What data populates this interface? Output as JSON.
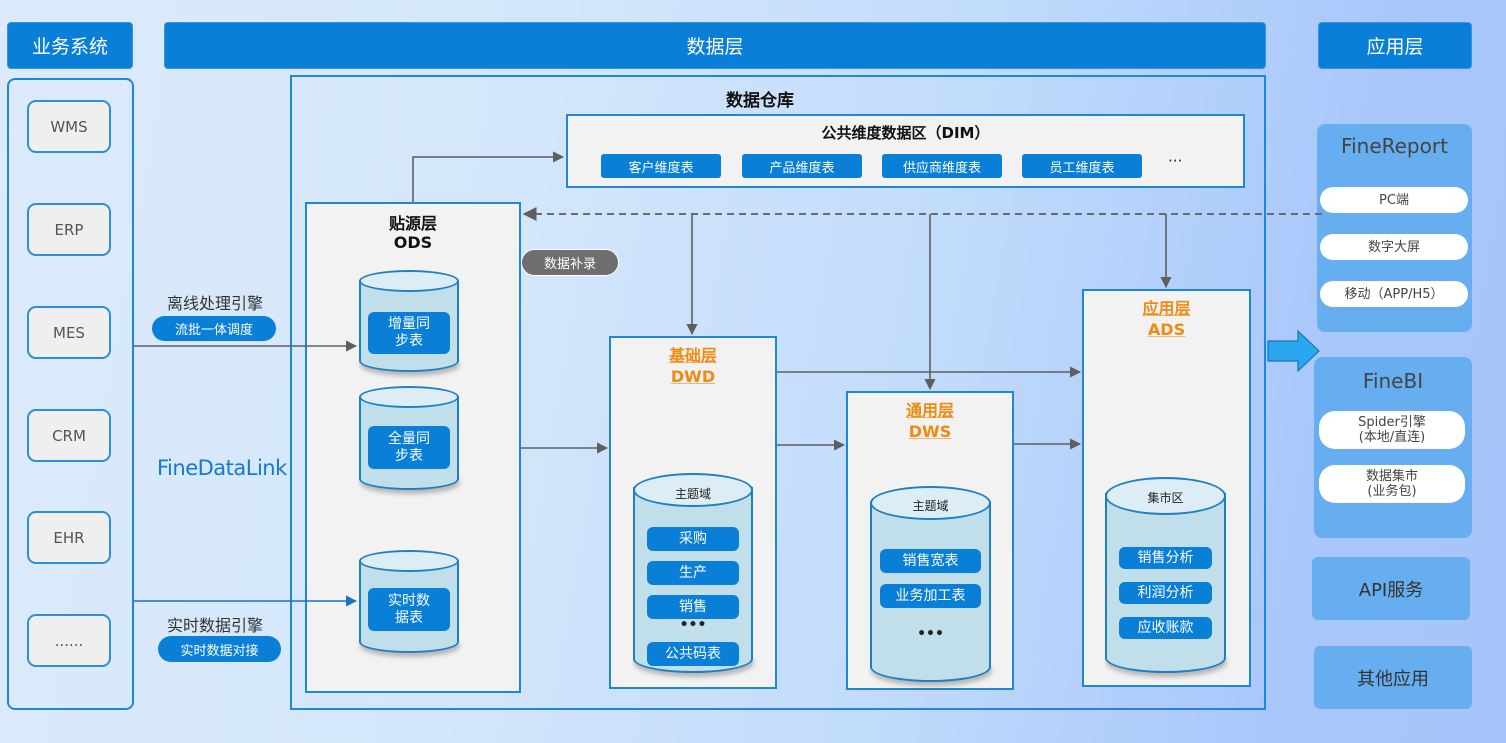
{
  "headers": {
    "business": "业务系统",
    "data_layer": "数据层",
    "app_layer": "应用层"
  },
  "business_systems": [
    "WMS",
    "ERP",
    "MES",
    "CRM",
    "EHR",
    "......"
  ],
  "engines": {
    "offline": {
      "title": "离线处理引擎",
      "pill": "流批一体调度"
    },
    "realtime": {
      "title": "实时数据引擎",
      "pill": "实时数据对接"
    },
    "logo": "FineDataLink"
  },
  "warehouse": {
    "title": "数据仓库",
    "dim": {
      "title": "公共维度数据区（DIM）",
      "chips": [
        "客户维度表",
        "产品维度表",
        "供应商维度表",
        "员工维度表"
      ],
      "more": "···"
    },
    "backfill_label": "数据补录",
    "ods": {
      "title_line1": "贴源层",
      "title_line2": "ODS",
      "tables": [
        {
          "line1": "增量同",
          "line2": "步表"
        },
        {
          "line1": "全量同",
          "line2": "步表"
        },
        {
          "line1": "实时数",
          "line2": "据表"
        }
      ]
    },
    "dwd": {
      "title_line1": "基础层",
      "title_line2": "DWD",
      "cylinder_label": "主题域",
      "chips": [
        "采购",
        "生产",
        "销售"
      ],
      "more": "•••",
      "last_chip": "公共码表"
    },
    "dws": {
      "title_line1": "通用层",
      "title_line2": "DWS",
      "cylinder_label": "主题域",
      "chips": [
        "销售宽表",
        "业务加工表"
      ],
      "more": "•••"
    },
    "ads": {
      "title_line1": "应用层",
      "title_line2": "ADS",
      "cylinder_label": "集市区",
      "chips": [
        "销售分析",
        "利润分析",
        "应收账款"
      ]
    }
  },
  "apps": {
    "finereport": {
      "title": "FineReport",
      "items": [
        "PC端",
        "数字大屏",
        "移动（APP/H5）"
      ]
    },
    "finebi": {
      "title": "FineBI",
      "items": [
        {
          "line1": "Spider引擎",
          "line2": "(本地/直连)"
        },
        {
          "line1": "数据集市",
          "line2": "(业务包)"
        }
      ]
    },
    "api": "API服务",
    "other": "其他应用"
  },
  "colors": {
    "primary_blue": "#0a7fd8",
    "border_blue": "#1e88d6",
    "layer_orange": "#f08a10",
    "app_card": "#66aef0",
    "backfill_gray": "#6e6e6e"
  }
}
